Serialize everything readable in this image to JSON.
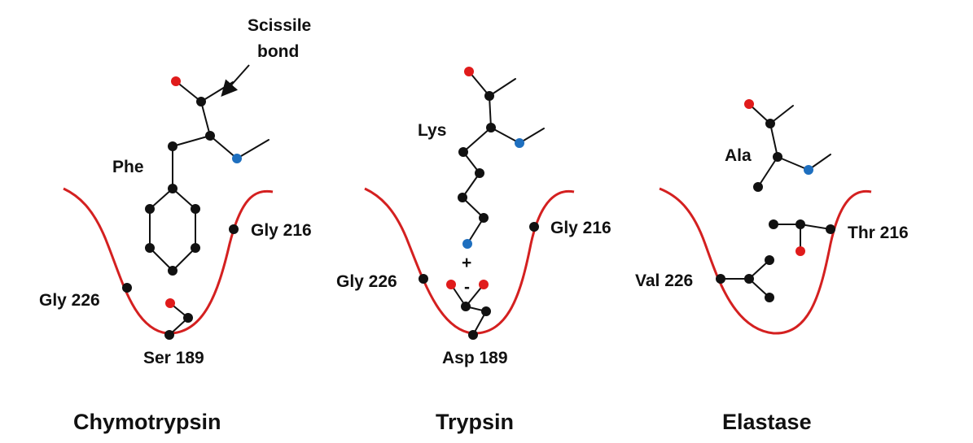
{
  "colors": {
    "pocket": "#d42020",
    "carbon": "#111111",
    "oxygen": "#e01b1b",
    "nitrogen": "#1e6fbf"
  },
  "panels": {
    "chymotrypsin": {
      "title": "Chymotrypsin",
      "substrate_label": "Phe",
      "annotation_line1": "Scissile",
      "annotation_line2": "bond",
      "residue_right": "Gly 216",
      "residue_left": "Gly 226",
      "residue_bottom": "Ser 189"
    },
    "trypsin": {
      "title": "Trypsin",
      "substrate_label": "Lys",
      "residue_right": "Gly 216",
      "residue_left": "Gly 226",
      "residue_bottom": "Asp 189",
      "charge_plus": "+",
      "charge_minus": "-"
    },
    "elastase": {
      "title": "Elastase",
      "substrate_label": "Ala",
      "residue_right": "Thr 216",
      "residue_left": "Val 226"
    }
  }
}
